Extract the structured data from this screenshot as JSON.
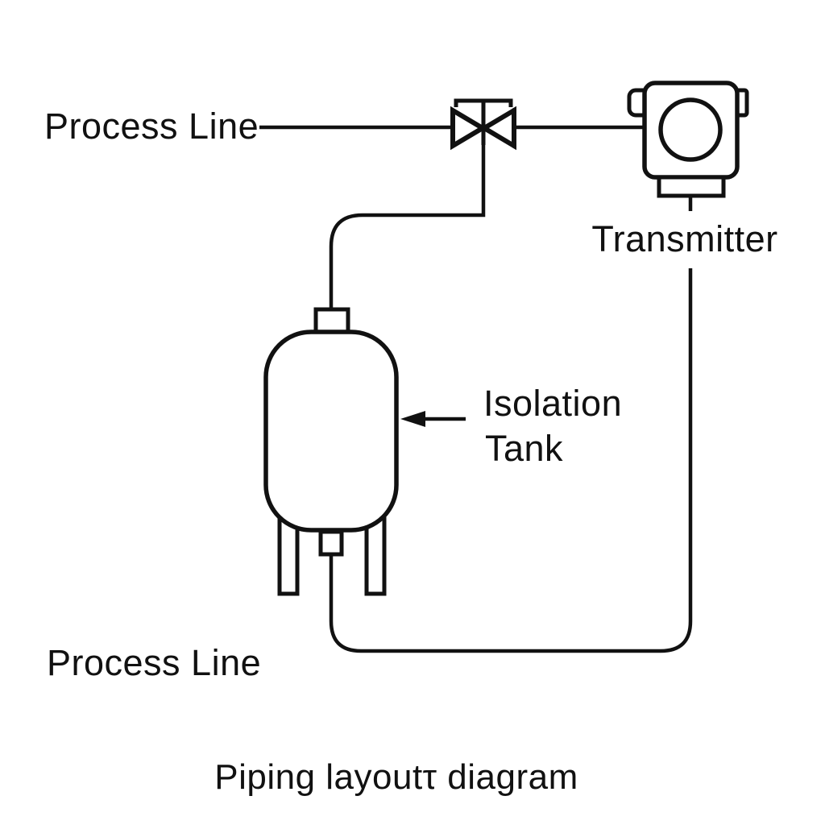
{
  "colors": {
    "background": "#ffffff",
    "ink": "#111111"
  },
  "labels": {
    "process_line_top": "Process Line",
    "transmitter": "Transmitter",
    "isolation_tank_line1": "Isolation",
    "isolation_tank_line2": "Tank",
    "process_line_bottom": "Process Line",
    "caption": "Piping layoutτ diagram"
  },
  "components": {
    "valve": "isolation-valve-symbol",
    "transmitter": "transmitter-symbol",
    "tank": "isolation-tank-symbol",
    "arrow": "isolation-tank-pointer-arrow"
  }
}
